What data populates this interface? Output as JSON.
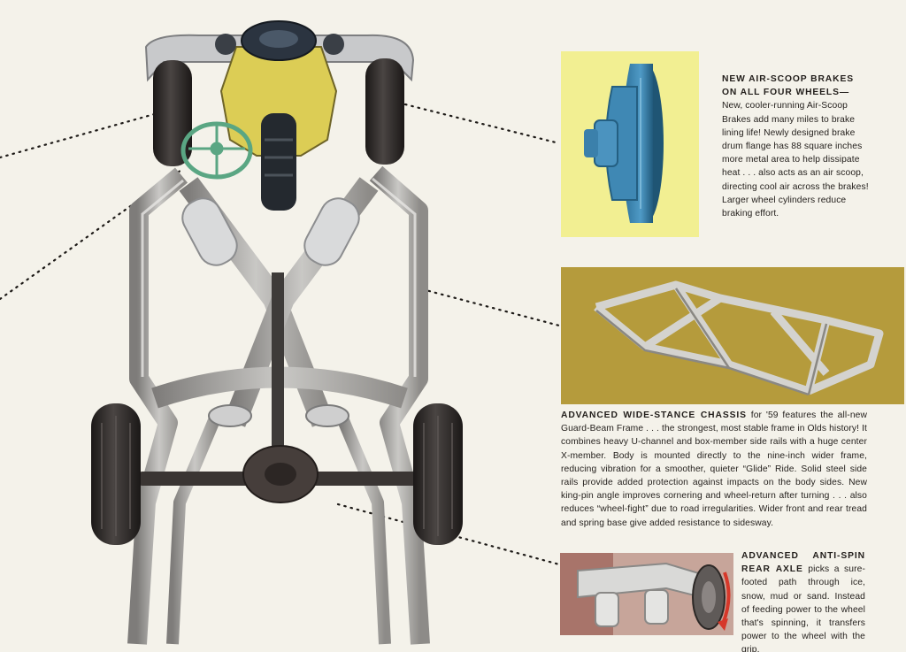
{
  "brakes": {
    "headline": "NEW AIR-SCOOP BRAKES ON ALL FOUR WHEELS—",
    "body": "New, cooler-running Air-Scoop Brakes add many miles to brake lining life! Newly designed brake drum flange has 88 square inches more metal area to help dissipate heat . . . also acts as an air scoop, directing cool air across the brakes! Larger wheel cylinders reduce braking effort."
  },
  "chassis": {
    "headline": "ADVANCED WIDE-STANCE CHASSIS",
    "body": " for '59 features the all-new Guard-Beam Frame . . . the strongest, most stable frame in Olds history! It combines heavy U-channel and box-member side rails with a huge center X-member. Body is mounted directly to the nine-inch wider frame, reducing vibration for a smoother, quieter “Glide” Ride. Solid steel side rails provide added protection against impacts on the body sides. New king-pin angle improves cornering and wheel-return after turning . . . also reduces “wheel-fight” due to road irregularities. Wider front and rear tread and spring base give added resistance to sidesway."
  },
  "axle": {
    "headline": "ADVANCED ANTI-SPIN REAR AXLE",
    "body": " picks a sure-footed path through ice, snow, mud or sand. Instead of feeding power to the wheel that's spinning, it transfers power to the wheel with the grip."
  },
  "colors": {
    "page_background": "#f4f2ea",
    "frame_steel": "#a9a8a6",
    "engine_yellow": "#dccd55",
    "brake_blue": "#3f88b4",
    "brake_panel": "#f2ef92",
    "frame_panel": "#b59b3c",
    "axle_panel": "#c7a59a",
    "steering_wheel": "#5aa683",
    "tire": "#2a2624",
    "rotation_arrow": "#d6382a"
  }
}
